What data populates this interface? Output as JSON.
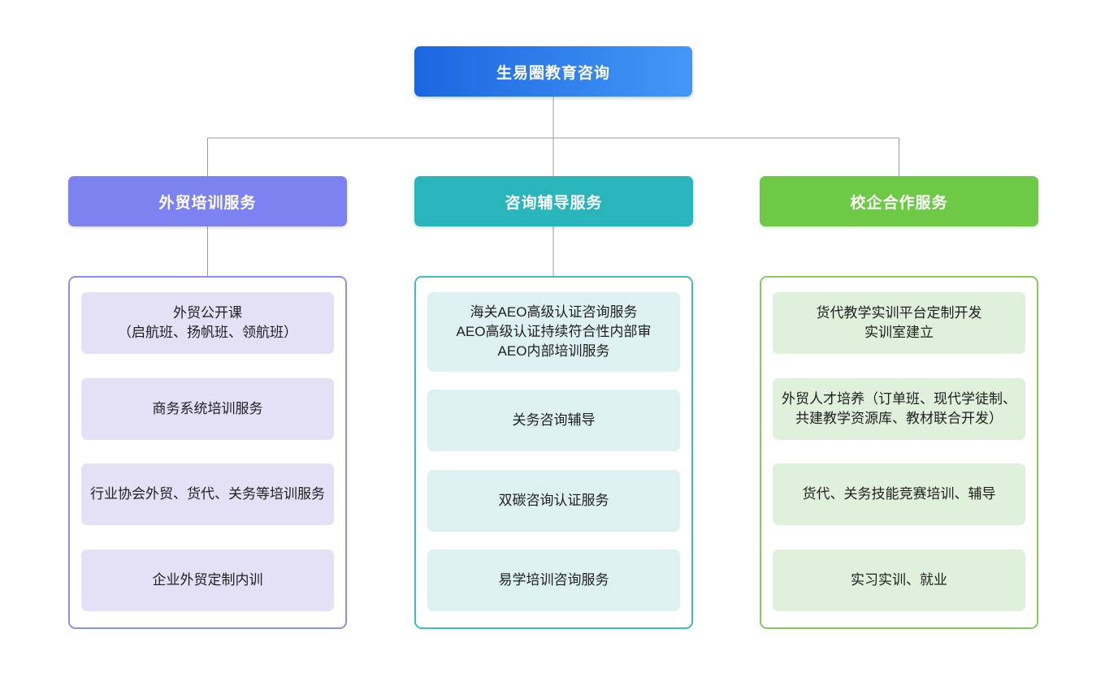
{
  "connector_color": "#9b9b9b",
  "root": {
    "label": "生易圈教育咨询",
    "gradient_from": "#1b66e0",
    "gradient_to": "#4497f7"
  },
  "branches": [
    {
      "label": "外贸培训服务",
      "header_color": "#7c82f0",
      "border_color": "#8a8ff2",
      "item_bg": "#e4e1f6",
      "items": [
        {
          "text": "外贸公开课\n（启航班、扬帆班、领航班）"
        },
        {
          "text": "商务系统培训服务"
        },
        {
          "text": "行业协会外贸、货代、关务等培训服务"
        },
        {
          "text": "企业外贸定制内训"
        }
      ]
    },
    {
      "label": "咨询辅导服务",
      "header_color": "#2ab5bc",
      "border_color": "#3bbec4",
      "item_bg": "#ddf1f2",
      "items": [
        {
          "text": "海关AEO高级认证咨询服务\nAEO高级认证持续符合性内部审\nAEO内部培训服务"
        },
        {
          "text": "关务咨询辅导"
        },
        {
          "text": "双碳咨询认证服务"
        },
        {
          "text": "易学培训咨询服务"
        }
      ]
    },
    {
      "label": "校企合作服务",
      "header_color": "#6ec946",
      "border_color": "#84cd5d",
      "item_bg": "#dff0db",
      "items": [
        {
          "text": "货代教学实训平台定制开发\n实训室建立"
        },
        {
          "text": "外贸人才培养（订单班、现代学徒制、共建教学资源库、教材联合开发）"
        },
        {
          "text": "货代、关务技能竞赛培训、辅导"
        },
        {
          "text": "实习实训、就业"
        }
      ]
    }
  ]
}
